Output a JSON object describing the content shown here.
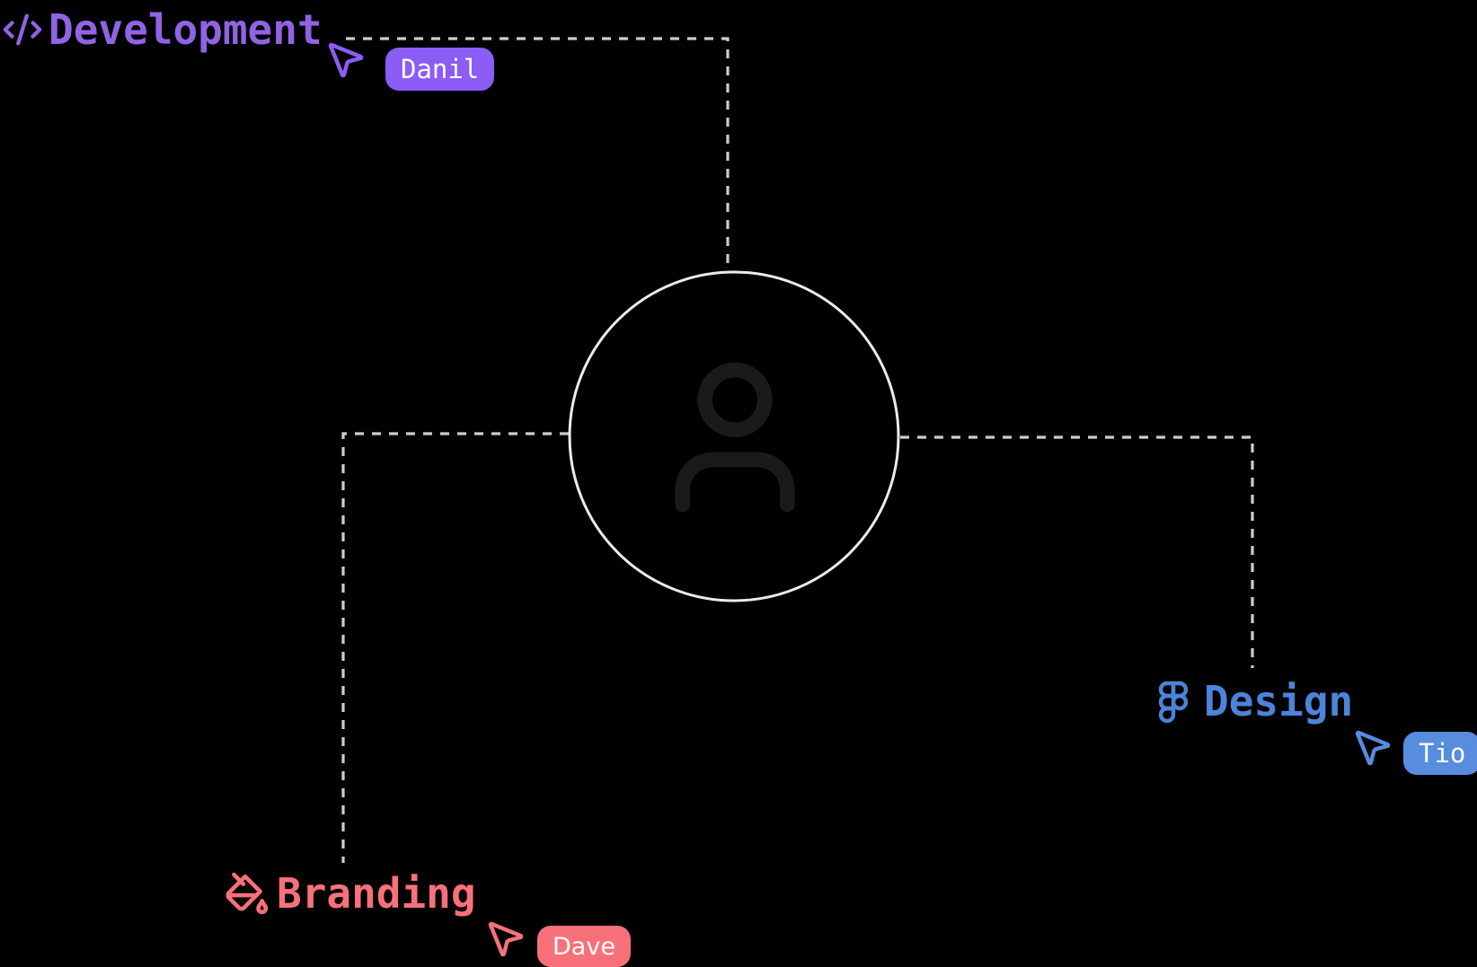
{
  "canvas": {
    "background": "#000000"
  },
  "center_node": {
    "icon": "user-icon",
    "ring_color": "#ebebeb",
    "icon_color": "#1a1a1a"
  },
  "connectors": {
    "style": "dashed",
    "color": "#cdcdcd"
  },
  "sections": [
    {
      "label": "Development",
      "icon": "code-icon",
      "text_color": "#9163e4",
      "accent_color": "#8b5cf6",
      "user": {
        "name": "Danil",
        "cursor": "cursor-icon"
      }
    },
    {
      "label": "Branding",
      "icon": "paint-bucket-icon",
      "text_color": "#f8717a",
      "accent_color": "#f8717a",
      "user": {
        "name": "Dave",
        "cursor": "cursor-icon"
      }
    },
    {
      "label": "Design",
      "icon": "figma-icon",
      "text_color": "#4b84da",
      "accent_color": "#578cde",
      "user": {
        "name": "Tio",
        "cursor": "cursor-icon"
      }
    }
  ]
}
